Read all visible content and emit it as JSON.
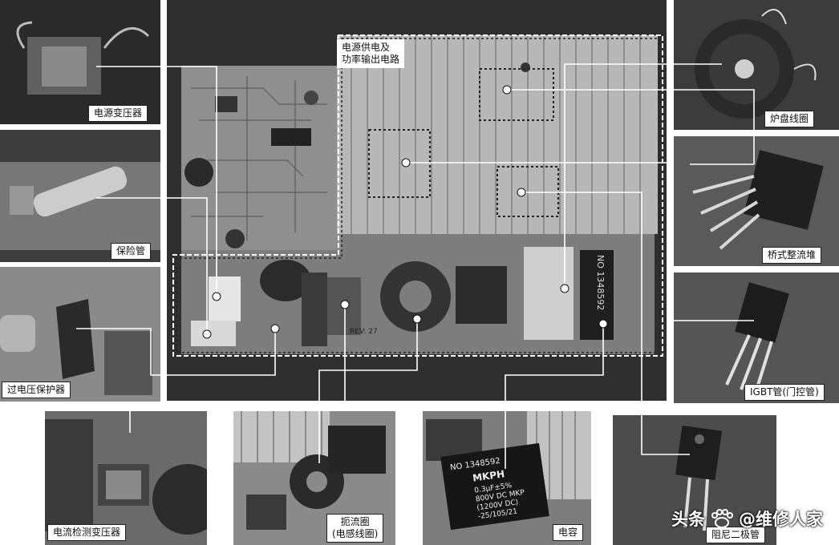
{
  "labels": {
    "power_transformer": "电源变压器",
    "fuse": "保险管",
    "surge_protector": "过电压保护器",
    "current_transformer": "电流检测变压器",
    "choke": "扼流圈\n(电感线圈)",
    "capacitor": "电容",
    "damper_diode": "阻尼二极管",
    "coil_plate": "炉盘线圈",
    "bridge_rectifier": "桥式整流堆",
    "igbt": "IGBT管(门控管)",
    "power_circuit": "电源供电及\n功率输出电路"
  },
  "pcb_markings": {
    "cap_top": "NO 1348592",
    "cap_photo_main": "MKPH",
    "cap_photo_line1": "0.3μF±5%",
    "cap_photo_line2": "800V DC MKP",
    "cap_photo_line3": "(1200V DC)",
    "cap_photo_line4": "-25/105/21",
    "cap_photo_id": "NO 1348592",
    "rev": "REV: 27"
  },
  "watermark": {
    "source": "头条",
    "author": "@维修人家"
  },
  "colors": {
    "photo_dark": "#2e2e2e",
    "board": "#8a8a8a",
    "heatsink": "#b9b9b9",
    "line": "#ffffff",
    "label_bg": "#ffffff"
  }
}
